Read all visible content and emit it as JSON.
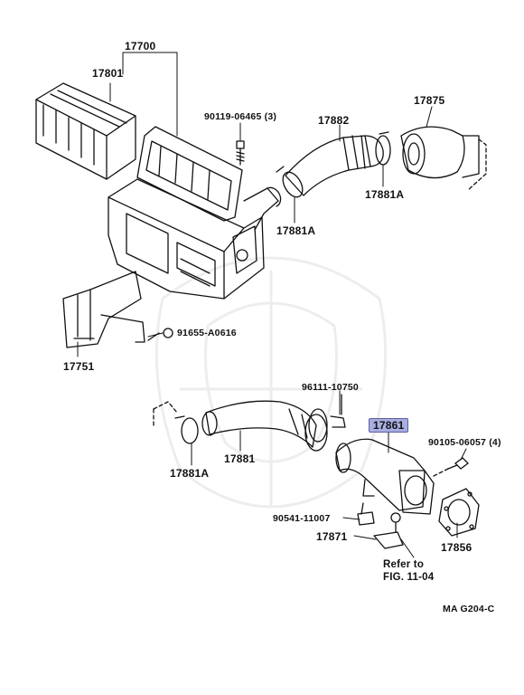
{
  "figure": {
    "code": "MA  G204-C",
    "highlighted_part": "17861"
  },
  "labels": {
    "p17700": "17700",
    "p17801": "17801",
    "p90119": "90119-06465 (3)",
    "p17882": "17882",
    "p17875": "17875",
    "p17881a_top": "17881A",
    "p17881a_mid": "17881A",
    "p91655": "91655-A0616",
    "p17751": "17751",
    "p96111": "96111-10750",
    "p17861": "17861",
    "p90105": "90105-06057 (4)",
    "p17881a_low": "17881A",
    "p17881": "17881",
    "p90541": "90541-11007",
    "p17871": "17871",
    "p17856": "17856",
    "refer_line1": "Refer to",
    "refer_line2": "FIG. 11-04"
  },
  "colors": {
    "highlight": "#a9aee0",
    "line": "#111111"
  }
}
